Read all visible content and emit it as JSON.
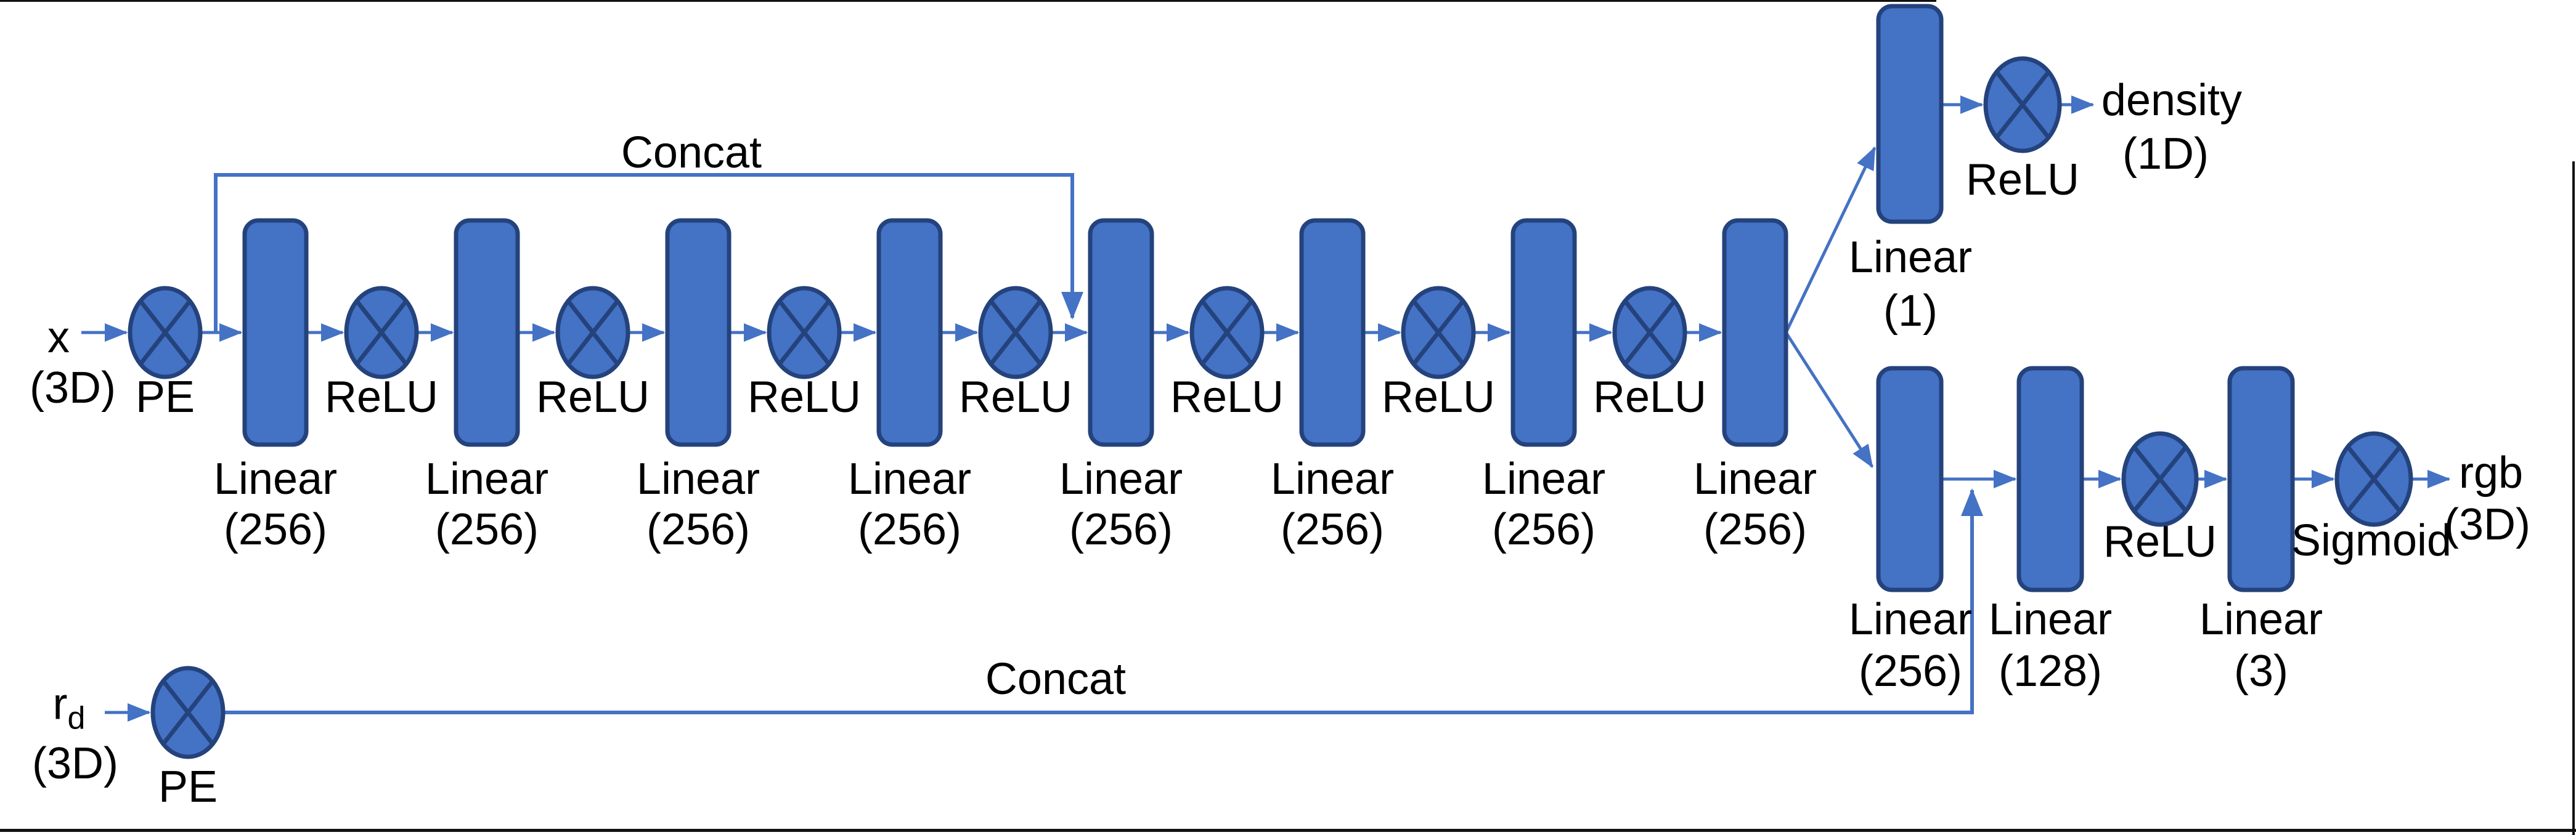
{
  "diagram": {
    "colors": {
      "shape_fill": "#4472C4",
      "shape_border": "#24427C",
      "connector": "#4472C4",
      "text": "#000000",
      "frame": "#111111"
    },
    "input_x": {
      "symbol": "x",
      "dim": "(3D)",
      "pe": "PE"
    },
    "input_rd": {
      "symbol": "r",
      "subscript": "d",
      "dim": "(3D)",
      "pe": "PE"
    },
    "concat_top": "Concat",
    "concat_bottom": "Concat",
    "trunk": {
      "layers": [
        {
          "name": "Linear",
          "size": "(256)"
        },
        {
          "name": "Linear",
          "size": "(256)"
        },
        {
          "name": "Linear",
          "size": "(256)"
        },
        {
          "name": "Linear",
          "size": "(256)"
        },
        {
          "name": "Linear",
          "size": "(256)"
        },
        {
          "name": "Linear",
          "size": "(256)"
        },
        {
          "name": "Linear",
          "size": "(256)"
        },
        {
          "name": "Linear",
          "size": "(256)"
        }
      ],
      "activations": [
        "ReLU",
        "ReLU",
        "ReLU",
        "ReLU",
        "ReLU",
        "ReLU",
        "ReLU"
      ]
    },
    "density_branch": {
      "layer": {
        "name": "Linear",
        "size": "(1)"
      },
      "activation": "ReLU",
      "output": {
        "name": "density",
        "dim": "(1D)"
      }
    },
    "rgb_branch": {
      "layers": [
        {
          "name": "Linear",
          "size": "(256)"
        },
        {
          "name": "Linear",
          "size": "(128)"
        },
        {
          "name": "Linear",
          "size": "(3)"
        }
      ],
      "activation": "ReLU",
      "final_activation": "Sigmoid",
      "output": {
        "name": "rgb",
        "dim": "(3D)"
      }
    }
  }
}
